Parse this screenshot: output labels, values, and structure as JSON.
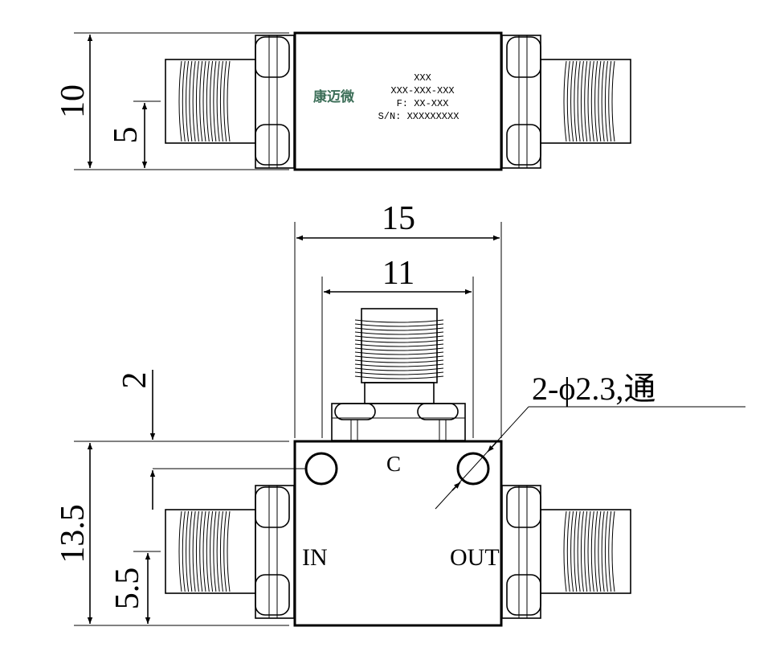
{
  "label_plate": {
    "brand": "康迈微",
    "line1": "XXX",
    "line2": "XXX-XXX-XXX",
    "line3": "F: XX-XXX",
    "line4": "S/N: XXXXXXXXX"
  },
  "dimensions": {
    "top_height": "10",
    "top_connector_offset": "5",
    "overall_width": "15",
    "connector_width": "11",
    "hole_offset": "2",
    "bottom_height": "13.5",
    "bottom_connector_offset": "5.5"
  },
  "callout": {
    "hole_spec": "2-ϕ2.3,通"
  },
  "ports": {
    "input": "IN",
    "output": "OUT",
    "coupled": "C"
  },
  "colors": {
    "brand_green": "#3c6e58",
    "line": "#000000"
  }
}
